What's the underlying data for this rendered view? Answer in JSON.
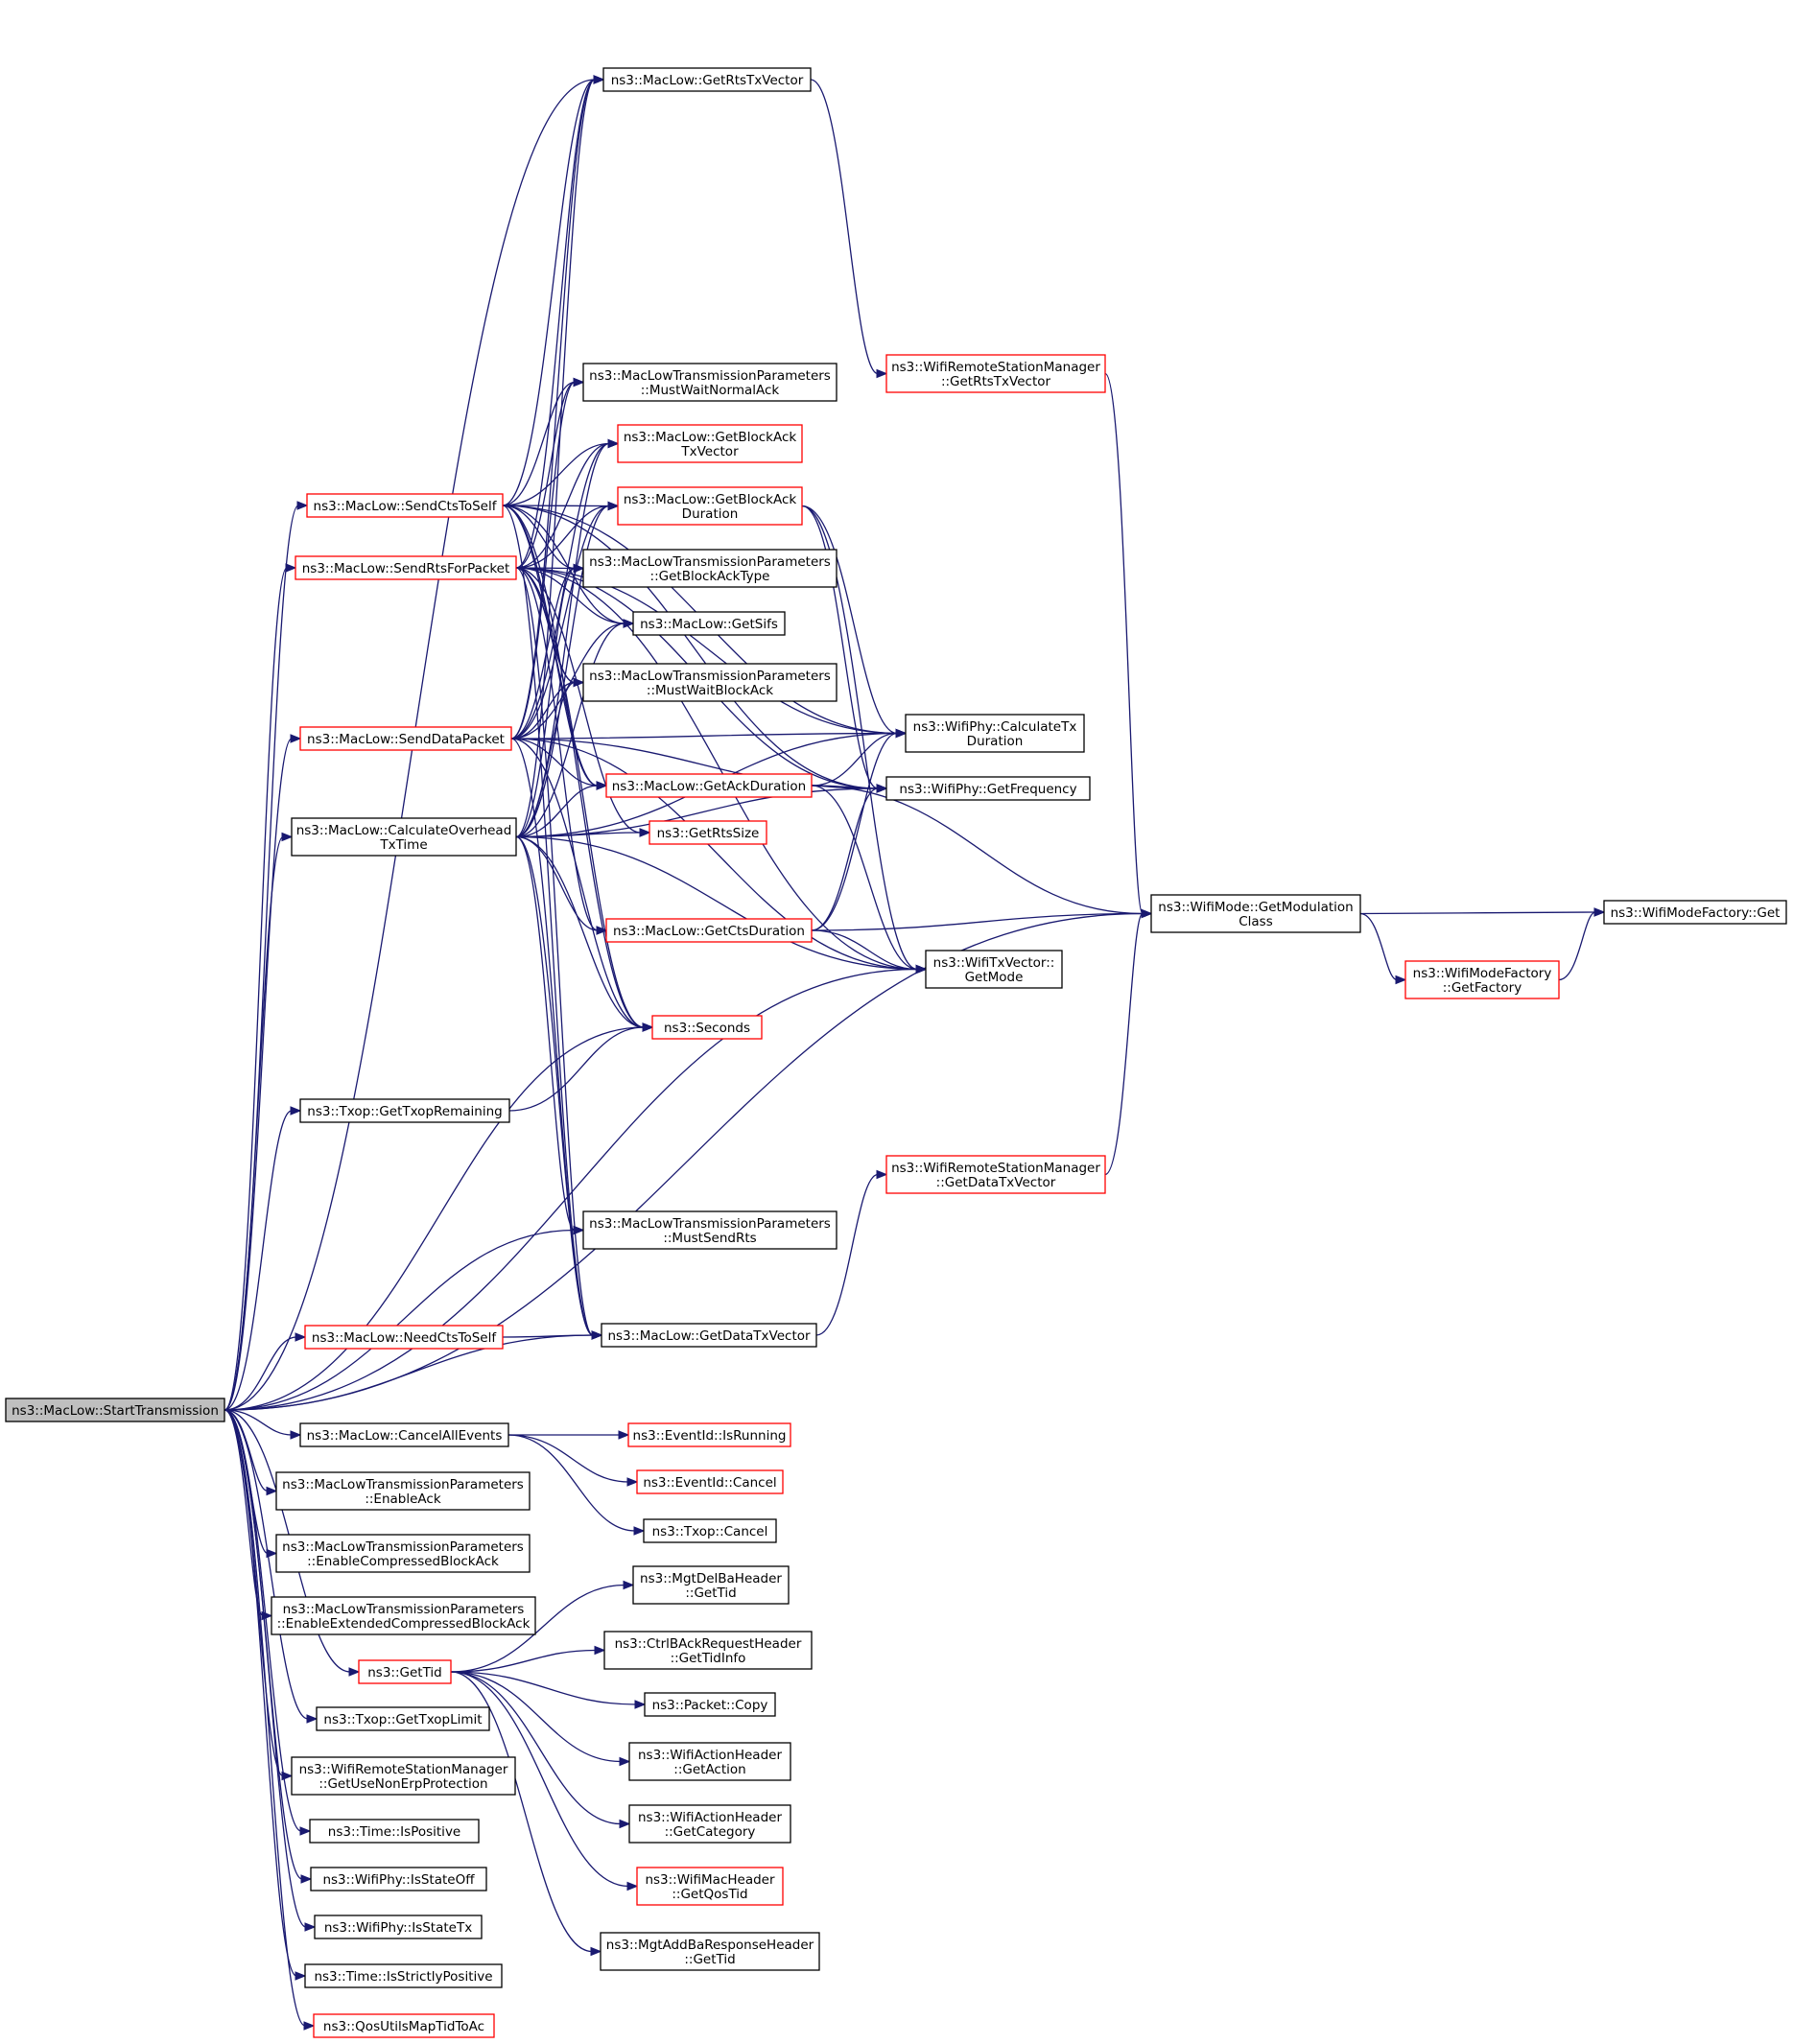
{
  "diagram": {
    "type": "call-graph",
    "colors": {
      "edge": "#191970",
      "node_border": "#000000",
      "node_border_undocumented": "#ff0000",
      "root_fill": "#bfbfbf"
    },
    "nodes": [
      {
        "id": "start",
        "lines": [
          "ns3::MacLow::StartTransmission"
        ],
        "style": "root"
      },
      {
        "id": "sendCts",
        "lines": [
          "ns3::MacLow::SendCtsToSelf"
        ],
        "style": "red"
      },
      {
        "id": "sendRts",
        "lines": [
          "ns3::MacLow::SendRtsForPacket"
        ],
        "style": "red"
      },
      {
        "id": "sendData",
        "lines": [
          "ns3::MacLow::SendDataPacket"
        ],
        "style": "red"
      },
      {
        "id": "calcOvh",
        "lines": [
          "ns3::MacLow::CalculateOverhead",
          "TxTime"
        ],
        "style": "black"
      },
      {
        "id": "getTxopRem",
        "lines": [
          "ns3::Txop::GetTxopRemaining"
        ],
        "style": "black"
      },
      {
        "id": "needCts",
        "lines": [
          "ns3::MacLow::NeedCtsToSelf"
        ],
        "style": "red"
      },
      {
        "id": "cancelAll",
        "lines": [
          "ns3::MacLow::CancelAllEvents"
        ],
        "style": "black"
      },
      {
        "id": "enableAck",
        "lines": [
          "ns3::MacLowTransmissionParameters",
          "::EnableAck"
        ],
        "style": "black"
      },
      {
        "id": "enableCBA",
        "lines": [
          "ns3::MacLowTransmissionParameters",
          "::EnableCompressedBlockAck"
        ],
        "style": "black"
      },
      {
        "id": "enableECBA",
        "lines": [
          "ns3::MacLowTransmissionParameters",
          "::EnableExtendedCompressedBlockAck"
        ],
        "style": "black"
      },
      {
        "id": "getTid",
        "lines": [
          "ns3::GetTid"
        ],
        "style": "red"
      },
      {
        "id": "getTxopLim",
        "lines": [
          "ns3::Txop::GetTxopLimit"
        ],
        "style": "black"
      },
      {
        "id": "getNonErp",
        "lines": [
          "ns3::WifiRemoteStationManager",
          "::GetUseNonErpProtection"
        ],
        "style": "black"
      },
      {
        "id": "isPos",
        "lines": [
          "ns3::Time::IsPositive"
        ],
        "style": "black"
      },
      {
        "id": "isOff",
        "lines": [
          "ns3::WifiPhy::IsStateOff"
        ],
        "style": "black"
      },
      {
        "id": "isTx",
        "lines": [
          "ns3::WifiPhy::IsStateTx"
        ],
        "style": "black"
      },
      {
        "id": "isStrict",
        "lines": [
          "ns3::Time::IsStrictlyPositive"
        ],
        "style": "black"
      },
      {
        "id": "qosMap",
        "lines": [
          "ns3::QosUtilsMapTidToAc"
        ],
        "style": "red"
      },
      {
        "id": "getRtsTxV",
        "lines": [
          "ns3::MacLow::GetRtsTxVector"
        ],
        "style": "black"
      },
      {
        "id": "mustWaitNA",
        "lines": [
          "ns3::MacLowTransmissionParameters",
          "::MustWaitNormalAck"
        ],
        "style": "black"
      },
      {
        "id": "getBATxV",
        "lines": [
          "ns3::MacLow::GetBlockAck",
          "TxVector"
        ],
        "style": "red"
      },
      {
        "id": "getBADur",
        "lines": [
          "ns3::MacLow::GetBlockAck",
          "Duration"
        ],
        "style": "red"
      },
      {
        "id": "getBAType",
        "lines": [
          "ns3::MacLowTransmissionParameters",
          "::GetBlockAckType"
        ],
        "style": "black"
      },
      {
        "id": "getSifs",
        "lines": [
          "ns3::MacLow::GetSifs"
        ],
        "style": "black"
      },
      {
        "id": "mustWaitBA",
        "lines": [
          "ns3::MacLowTransmissionParameters",
          "::MustWaitBlockAck"
        ],
        "style": "black"
      },
      {
        "id": "getAckDur",
        "lines": [
          "ns3::MacLow::GetAckDuration"
        ],
        "style": "red"
      },
      {
        "id": "getRtsSize",
        "lines": [
          "ns3::GetRtsSize"
        ],
        "style": "red"
      },
      {
        "id": "getCtsDur",
        "lines": [
          "ns3::MacLow::GetCtsDuration"
        ],
        "style": "red"
      },
      {
        "id": "seconds",
        "lines": [
          "ns3::Seconds"
        ],
        "style": "red"
      },
      {
        "id": "mustSendRts",
        "lines": [
          "ns3::MacLowTransmissionParameters",
          "::MustSendRts"
        ],
        "style": "black"
      },
      {
        "id": "getDataTxV",
        "lines": [
          "ns3::MacLow::GetDataTxVector"
        ],
        "style": "black"
      },
      {
        "id": "wrsmRts",
        "lines": [
          "ns3::WifiRemoteStationManager",
          "::GetRtsTxVector"
        ],
        "style": "red"
      },
      {
        "id": "calcTxDur",
        "lines": [
          "ns3::WifiPhy::CalculateTx",
          "Duration"
        ],
        "style": "black"
      },
      {
        "id": "getFreq",
        "lines": [
          "ns3::WifiPhy::GetFrequency"
        ],
        "style": "black"
      },
      {
        "id": "getMode",
        "lines": [
          "ns3::WifiTxVector::",
          "GetMode"
        ],
        "style": "black"
      },
      {
        "id": "wrsmData",
        "lines": [
          "ns3::WifiRemoteStationManager",
          "::GetDataTxVector"
        ],
        "style": "red"
      },
      {
        "id": "modClass",
        "lines": [
          "ns3::WifiMode::GetModulation",
          "Class"
        ],
        "style": "black"
      },
      {
        "id": "factory",
        "lines": [
          "ns3::WifiModeFactory",
          "::GetFactory"
        ],
        "style": "red"
      },
      {
        "id": "factGet",
        "lines": [
          "ns3::WifiModeFactory::Get"
        ],
        "style": "black"
      },
      {
        "id": "evRunning",
        "lines": [
          "ns3::EventId::IsRunning"
        ],
        "style": "red"
      },
      {
        "id": "evCancel",
        "lines": [
          "ns3::EventId::Cancel"
        ],
        "style": "red"
      },
      {
        "id": "txopCancel",
        "lines": [
          "ns3::Txop::Cancel"
        ],
        "style": "black"
      },
      {
        "id": "delBaTid",
        "lines": [
          "ns3::MgtDelBaHeader",
          "::GetTid"
        ],
        "style": "black"
      },
      {
        "id": "ctrlTid",
        "lines": [
          "ns3::CtrlBAckRequestHeader",
          "::GetTidInfo"
        ],
        "style": "black"
      },
      {
        "id": "pktCopy",
        "lines": [
          "ns3::Packet::Copy"
        ],
        "style": "black"
      },
      {
        "id": "actHdrAct",
        "lines": [
          "ns3::WifiActionHeader",
          "::GetAction"
        ],
        "style": "black"
      },
      {
        "id": "actHdrCat",
        "lines": [
          "ns3::WifiActionHeader",
          "::GetCategory"
        ],
        "style": "black"
      },
      {
        "id": "macQos",
        "lines": [
          "ns3::WifiMacHeader",
          "::GetQosTid"
        ],
        "style": "red"
      },
      {
        "id": "addBaTid",
        "lines": [
          "ns3::MgtAddBaResponseHeader",
          "::GetTid"
        ],
        "style": "black"
      }
    ],
    "edges": [
      [
        "start",
        "getRtsTxV"
      ],
      [
        "start",
        "sendCts"
      ],
      [
        "start",
        "sendRts"
      ],
      [
        "start",
        "sendData"
      ],
      [
        "start",
        "calcOvh"
      ],
      [
        "start",
        "seconds"
      ],
      [
        "start",
        "getTxopRem"
      ],
      [
        "start",
        "mustSendRts"
      ],
      [
        "start",
        "getMode"
      ],
      [
        "start",
        "getDataTxV"
      ],
      [
        "start",
        "needCts"
      ],
      [
        "start",
        "modClass"
      ],
      [
        "start",
        "cancelAll"
      ],
      [
        "start",
        "enableAck"
      ],
      [
        "start",
        "enableCBA"
      ],
      [
        "start",
        "enableECBA"
      ],
      [
        "start",
        "getTid"
      ],
      [
        "start",
        "getTxopLim"
      ],
      [
        "start",
        "getNonErp"
      ],
      [
        "start",
        "isPos"
      ],
      [
        "start",
        "isOff"
      ],
      [
        "start",
        "isTx"
      ],
      [
        "start",
        "isStrict"
      ],
      [
        "start",
        "qosMap"
      ],
      [
        "sendCts",
        "getRtsTxV"
      ],
      [
        "sendCts",
        "mustWaitNA"
      ],
      [
        "sendCts",
        "getBATxV"
      ],
      [
        "sendCts",
        "getBADur"
      ],
      [
        "sendCts",
        "getBAType"
      ],
      [
        "sendCts",
        "getSifs"
      ],
      [
        "sendCts",
        "mustWaitBA"
      ],
      [
        "sendCts",
        "getAckDur"
      ],
      [
        "sendCts",
        "calcTxDur"
      ],
      [
        "sendCts",
        "getFreq"
      ],
      [
        "sendCts",
        "seconds"
      ],
      [
        "sendCts",
        "getDataTxV"
      ],
      [
        "sendRts",
        "getRtsTxV"
      ],
      [
        "sendRts",
        "mustWaitNA"
      ],
      [
        "sendRts",
        "getBATxV"
      ],
      [
        "sendRts",
        "getBADur"
      ],
      [
        "sendRts",
        "getBAType"
      ],
      [
        "sendRts",
        "getSifs"
      ],
      [
        "sendRts",
        "mustWaitBA"
      ],
      [
        "sendRts",
        "getAckDur"
      ],
      [
        "sendRts",
        "getCtsDur"
      ],
      [
        "sendRts",
        "calcTxDur"
      ],
      [
        "sendRts",
        "getFreq"
      ],
      [
        "sendRts",
        "seconds"
      ],
      [
        "sendRts",
        "getRtsSize"
      ],
      [
        "sendRts",
        "getDataTxV"
      ],
      [
        "sendRts",
        "getMode"
      ],
      [
        "sendData",
        "getRtsTxV"
      ],
      [
        "sendData",
        "mustWaitNA"
      ],
      [
        "sendData",
        "getBATxV"
      ],
      [
        "sendData",
        "getBADur"
      ],
      [
        "sendData",
        "getBAType"
      ],
      [
        "sendData",
        "getSifs"
      ],
      [
        "sendData",
        "mustWaitBA"
      ],
      [
        "sendData",
        "getAckDur"
      ],
      [
        "sendData",
        "calcTxDur"
      ],
      [
        "sendData",
        "getFreq"
      ],
      [
        "sendData",
        "seconds"
      ],
      [
        "sendData",
        "getDataTxV"
      ],
      [
        "sendData",
        "getMode"
      ],
      [
        "calcOvh",
        "getRtsTxV"
      ],
      [
        "calcOvh",
        "getBATxV"
      ],
      [
        "calcOvh",
        "getBADur"
      ],
      [
        "calcOvh",
        "getBAType"
      ],
      [
        "calcOvh",
        "getSifs"
      ],
      [
        "calcOvh",
        "mustWaitBA"
      ],
      [
        "calcOvh",
        "getAckDur"
      ],
      [
        "calcOvh",
        "getRtsSize"
      ],
      [
        "calcOvh",
        "getCtsDur"
      ],
      [
        "calcOvh",
        "calcTxDur"
      ],
      [
        "calcOvh",
        "getFreq"
      ],
      [
        "calcOvh",
        "getMode"
      ],
      [
        "calcOvh",
        "seconds"
      ],
      [
        "calcOvh",
        "mustSendRts"
      ],
      [
        "calcOvh",
        "getDataTxV"
      ],
      [
        "getTxopRem",
        "seconds"
      ],
      [
        "needCts",
        "getDataTxV"
      ],
      [
        "cancelAll",
        "evRunning"
      ],
      [
        "cancelAll",
        "evCancel"
      ],
      [
        "cancelAll",
        "txopCancel"
      ],
      [
        "getTid",
        "delBaTid"
      ],
      [
        "getTid",
        "ctrlTid"
      ],
      [
        "getTid",
        "pktCopy"
      ],
      [
        "getTid",
        "actHdrAct"
      ],
      [
        "getTid",
        "actHdrCat"
      ],
      [
        "getTid",
        "macQos"
      ],
      [
        "getTid",
        "addBaTid"
      ],
      [
        "getRtsTxV",
        "wrsmRts"
      ],
      [
        "getBADur",
        "calcTxDur"
      ],
      [
        "getBADur",
        "getFreq"
      ],
      [
        "getBADur",
        "getMode"
      ],
      [
        "getAckDur",
        "calcTxDur"
      ],
      [
        "getAckDur",
        "getFreq"
      ],
      [
        "getAckDur",
        "getMode"
      ],
      [
        "getAckDur",
        "modClass"
      ],
      [
        "getCtsDur",
        "calcTxDur"
      ],
      [
        "getCtsDur",
        "getFreq"
      ],
      [
        "getCtsDur",
        "getMode"
      ],
      [
        "getCtsDur",
        "modClass"
      ],
      [
        "getDataTxV",
        "wrsmData"
      ],
      [
        "wrsmRts",
        "modClass"
      ],
      [
        "wrsmData",
        "modClass"
      ],
      [
        "modClass",
        "factGet"
      ],
      [
        "modClass",
        "factory"
      ],
      [
        "factory",
        "factGet"
      ]
    ]
  }
}
